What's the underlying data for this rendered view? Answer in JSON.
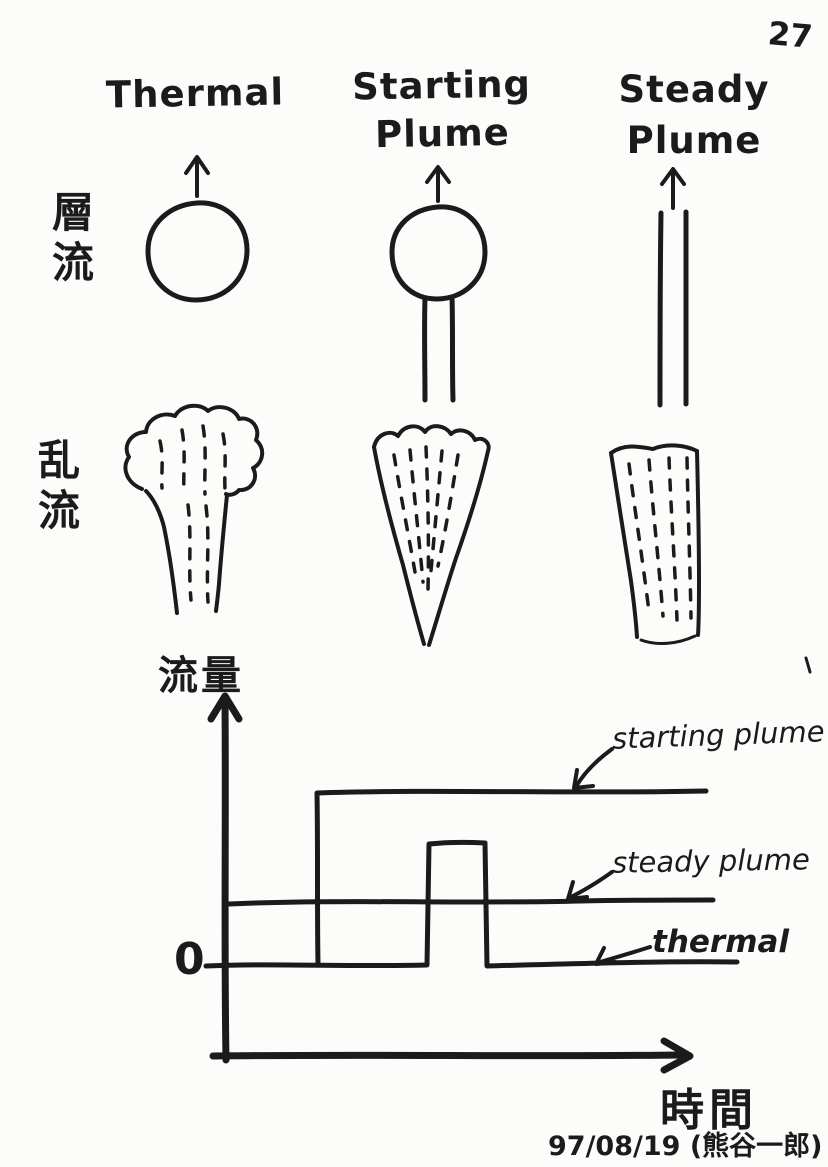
{
  "page": {
    "number": "27",
    "signature": "97/08/19 (熊谷一郎)",
    "ink_color": "#1b1b1b",
    "paper_color": "#fcfcfa"
  },
  "headings": [
    {
      "line1": "Thermal",
      "line2": ""
    },
    {
      "line1": "Starting",
      "line2": "Plume"
    },
    {
      "line1": "Steady",
      "line2": "Plume"
    }
  ],
  "row_labels": [
    {
      "text": "層流",
      "display": "層\n流"
    },
    {
      "text": "乱流",
      "display": "乱\n流"
    }
  ],
  "diagram_cells": [
    {
      "row": "層流",
      "column": "Thermal",
      "shape": "circle with upward arrow"
    },
    {
      "row": "層流",
      "column": "Starting Plume",
      "shape": "circle with stem column and upward arrow"
    },
    {
      "row": "層流",
      "column": "Steady Plume",
      "shape": "two parallel vertical lines with upward arrow"
    },
    {
      "row": "乱流",
      "column": "Thermal",
      "shape": "mushroom-shaped turbulent cloud with stem"
    },
    {
      "row": "乱流",
      "column": "Starting Plume",
      "shape": "turbulent cone, wide bumpy top tapering to a point"
    },
    {
      "row": "乱流",
      "column": "Steady Plume",
      "shape": "turbulent column, slightly tapering"
    }
  ],
  "chart_data": {
    "type": "line",
    "title": "",
    "xlabel": "時間",
    "ylabel": "流量",
    "origin_label": "0",
    "series": [
      {
        "name": "starting plume",
        "shape": "step",
        "x": [
          0,
          1.0,
          1.0,
          4.8
        ],
        "y": [
          0,
          0,
          2.2,
          2.2
        ]
      },
      {
        "name": "steady plume",
        "shape": "constant",
        "x": [
          0.1,
          4.8
        ],
        "y": [
          0.8,
          0.8
        ]
      },
      {
        "name": "thermal",
        "shape": "pulse",
        "x": [
          0,
          2.2,
          2.2,
          2.75,
          2.75,
          5.2
        ],
        "y": [
          0,
          0,
          1.6,
          1.6,
          0,
          0
        ]
      }
    ],
    "legend_position": "labels-with-arrows-right"
  }
}
